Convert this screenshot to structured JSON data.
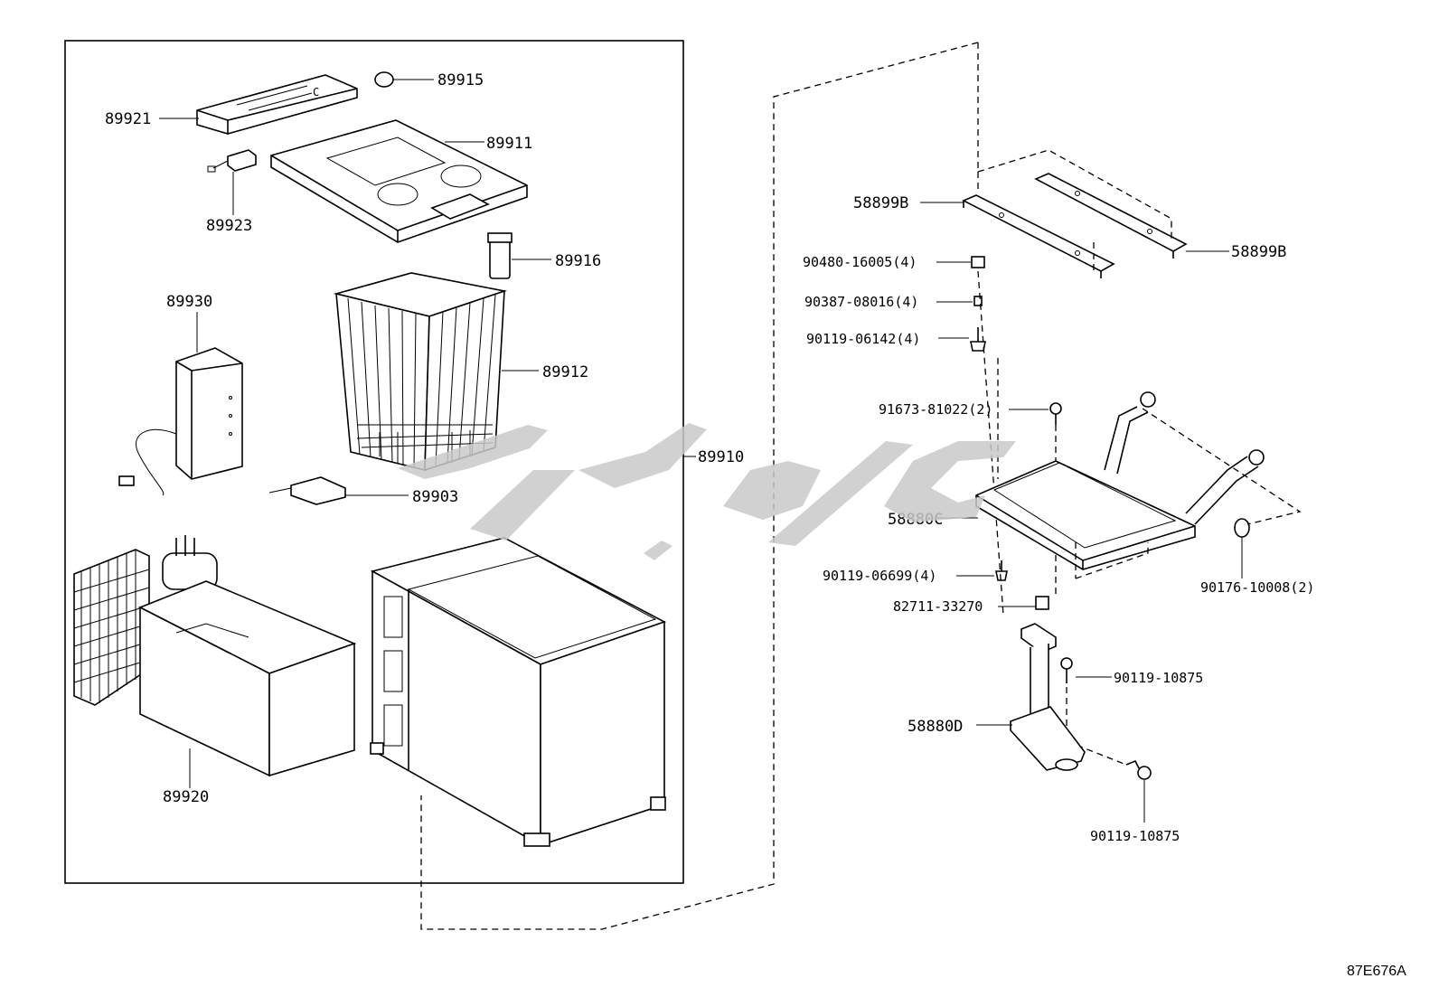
{
  "figure_code": "87E676A",
  "parts": {
    "p89915": "89915",
    "p89921": "89921",
    "p89911": "89911",
    "p89923": "89923",
    "p89916": "89916",
    "p89930": "89930",
    "p89912": "89912",
    "p89910": "89910",
    "p89903": "89903",
    "p89920": "89920",
    "p58899B_left": "58899B",
    "p58899B_right": "58899B",
    "p90480": "90480-16005(4)",
    "p90387": "90387-08016(4)",
    "p90119_06142": "90119-06142(4)",
    "p91673": "91673-81022(2)",
    "p58880C": "58880C",
    "p90119_06699": "90119-06699(4)",
    "p82711": "82711-33270",
    "p90176": "90176-10008(2)",
    "p90119_10875_a": "90119-10875",
    "p58880D": "58880D",
    "p90119_10875_b": "90119-10875"
  },
  "icons": [
    "watermark-logo"
  ]
}
